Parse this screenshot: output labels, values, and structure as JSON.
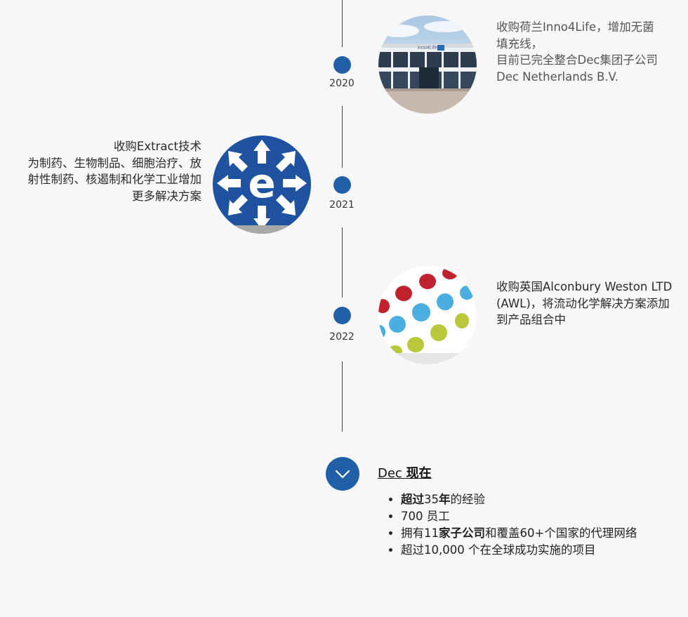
{
  "timeline": [
    {
      "year": "2020",
      "side": "right",
      "image_icon": "inno4life-building-photo",
      "image_sign": "inno4Life",
      "lines": [
        "收购荷兰Inno4Life，增加无菌",
        "填充线，",
        "目前已完全整合Dec集团子公司",
        "Dec Netherlands B.V."
      ]
    },
    {
      "year": "2021",
      "side": "left",
      "image_icon": "extract-technology-logo",
      "image_letter": "e",
      "lines": [
        "收购Extract技术",
        "为制药、生物制品、细胞治疗、放",
        "射性制药、核遏制和化学工业增加",
        "更多解决方案"
      ]
    },
    {
      "year": "2022",
      "side": "right",
      "image_icon": "colored-dots-pattern",
      "lines": [
        "收购英国Alconbury Weston LTD",
        "(AWL)，将流动化学解决方案添加",
        "到产品组合中"
      ]
    }
  ],
  "now": {
    "icon": "chevron-down-icon",
    "title_prefix": "Dec ",
    "title_bold": "现在",
    "facts": [
      {
        "b1": "超过",
        "n1": "35",
        "b2": "年",
        "rest": "的经验"
      },
      {
        "n1": "700 员工"
      },
      {
        "n1": "拥有11",
        "b2": "家子公司",
        "rest": "和覆盖60+个国家的代理网络"
      },
      {
        "n1": "超过10,000 个在全球成功实施的项目"
      }
    ]
  },
  "colors": {
    "accent": "#2160a8",
    "dot_red": "#c12230",
    "dot_blue": "#4aaee0",
    "dot_green": "#b9c83a"
  }
}
